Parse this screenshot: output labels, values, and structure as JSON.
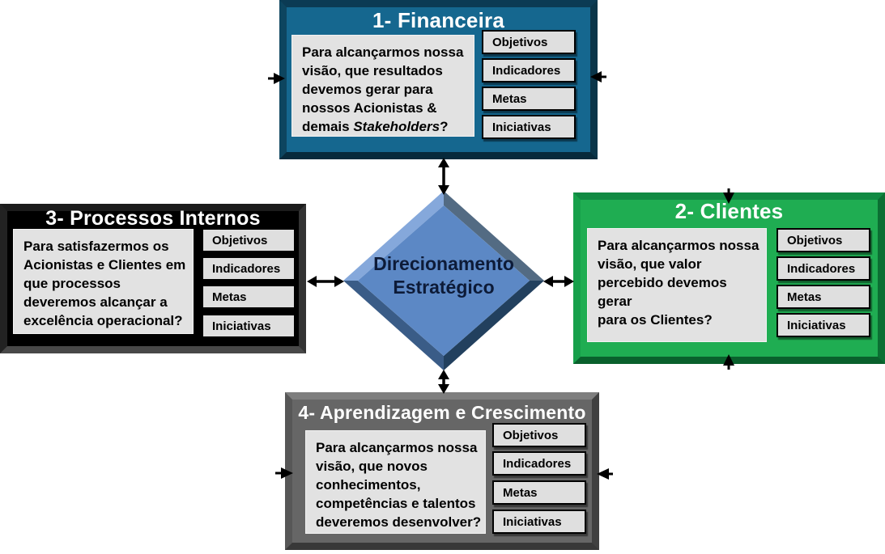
{
  "diagram": {
    "background_color": "#FFFFFF",
    "arrow_color": "#000000",
    "panel_color": "#E2E2E2",
    "button_color": "#DFDFDF",
    "center": {
      "line1": "Direcionamento",
      "line2": "Estratégico",
      "face_color": "#5C88C5",
      "text_color": "#0D1B38"
    },
    "perspectives": [
      {
        "id": "financeira",
        "title": "1- Financeira",
        "face_color": "#15678F",
        "question_before": "Para alcançarmos nossa\nvisão, que resultados\ndevemos gerar para\nnossos Acionistas &\ndemais ",
        "question_italic": "Stakeholders",
        "question_after": "?",
        "buttons": [
          "Objetivos",
          "Indicadores",
          "Metas",
          "Iniciativas"
        ]
      },
      {
        "id": "clientes",
        "title": "2- Clientes",
        "face_color": "#1FAD52",
        "question": "Para alcançarmos nossa\nvisão, que valor\npercebido devemos gerar\npara os Clientes?",
        "buttons": [
          "Objetivos",
          "Indicadores",
          "Metas",
          "Iniciativas"
        ]
      },
      {
        "id": "processos-internos",
        "title": "3- Processos Internos",
        "face_color": "#000000",
        "question": "Para satisfazermos os\nAcionistas e Clientes em\nque processos\ndeveremos alcançar a\nexcelência operacional?",
        "buttons": [
          "Objetivos",
          "Indicadores",
          "Metas",
          "Iniciativas"
        ]
      },
      {
        "id": "aprendizagem-crescimento",
        "title": "4- Aprendizagem e Crescimento",
        "face_color": "#666666",
        "question": "Para alcançarmos nossa\nvisão, que novos\nconhecimentos,\ncompetências e talentos\ndeveremos desenvolver?",
        "buttons": [
          "Objetivos",
          "Indicadores",
          "Metas",
          "Iniciativas"
        ]
      }
    ],
    "connectors": [
      {
        "name": "center-financeira",
        "style": "double-headed"
      },
      {
        "name": "center-clientes",
        "style": "double-headed"
      },
      {
        "name": "center-processos",
        "style": "double-headed"
      },
      {
        "name": "center-aprendizagem",
        "style": "double-headed"
      },
      {
        "name": "into-financeira-left",
        "style": "arrowhead"
      },
      {
        "name": "into-financeira-right",
        "style": "arrowhead"
      },
      {
        "name": "into-clientes-top",
        "style": "arrowhead"
      },
      {
        "name": "into-clientes-bottom",
        "style": "arrowhead"
      },
      {
        "name": "into-aprendizagem-left",
        "style": "arrowhead"
      },
      {
        "name": "into-aprendizagem-right",
        "style": "arrowhead"
      }
    ]
  }
}
